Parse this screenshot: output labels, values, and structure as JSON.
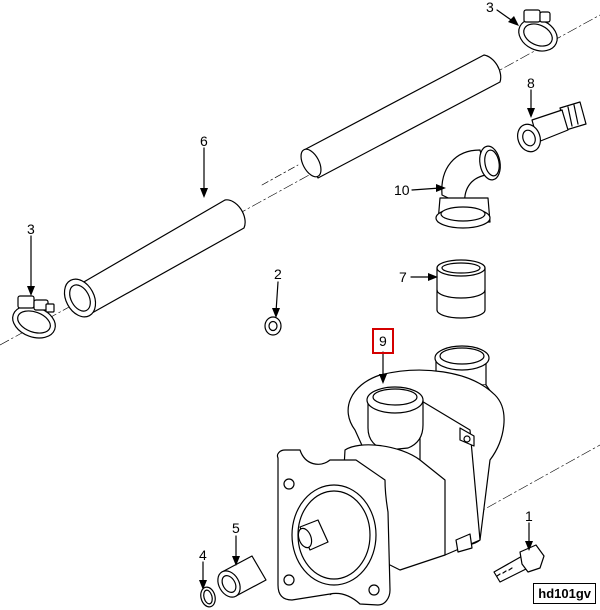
{
  "callouts": [
    {
      "id": "c3a",
      "label": "3"
    },
    {
      "id": "c8",
      "label": "8"
    },
    {
      "id": "c6",
      "label": "6"
    },
    {
      "id": "c10",
      "label": "10"
    },
    {
      "id": "c3b",
      "label": "3"
    },
    {
      "id": "c2",
      "label": "2"
    },
    {
      "id": "c7",
      "label": "7"
    },
    {
      "id": "c9",
      "label": "9",
      "highlighted": true
    },
    {
      "id": "c5",
      "label": "5"
    },
    {
      "id": "c4",
      "label": "4"
    },
    {
      "id": "c1",
      "label": "1"
    }
  ],
  "figure_code": "hd101gv",
  "colors": {
    "line": "#000000",
    "highlight": "#d40000",
    "background": "#ffffff"
  }
}
